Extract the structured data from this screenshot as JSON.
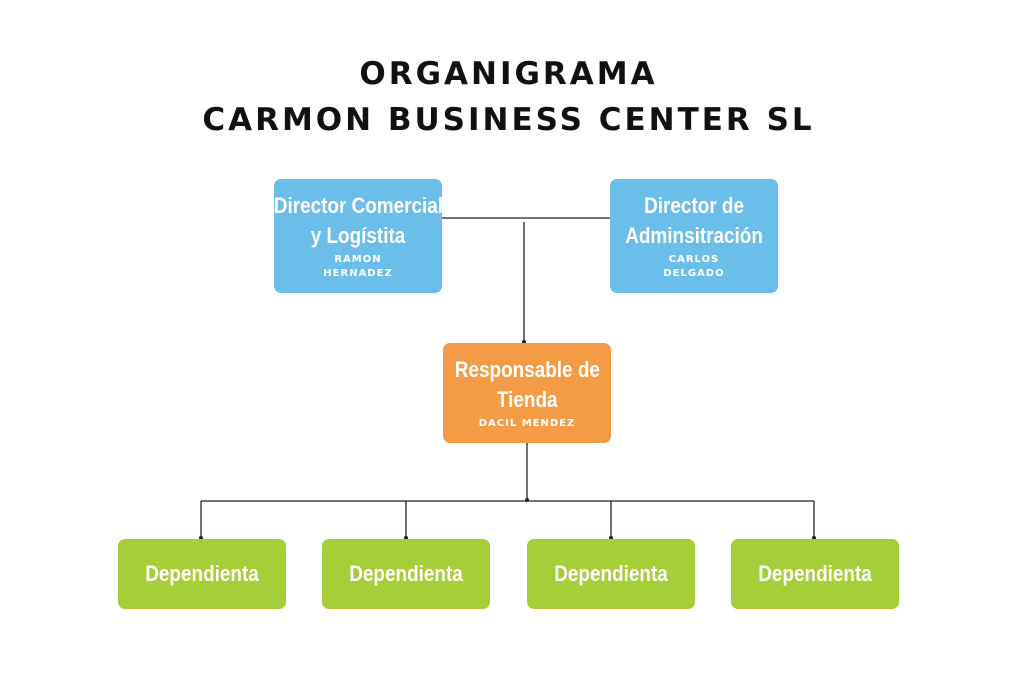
{
  "title": {
    "line1": "ORGANIGRAMA",
    "line2": "CARMON BUSINESS CENTER SL"
  },
  "colors": {
    "director": "#6cbeea",
    "responsable": "#f39c45",
    "dependienta": "#a6ce39",
    "connector": "#222222"
  },
  "nodes": {
    "director_comercial": {
      "role_line1": "Director Comercial",
      "role_line2": "y Logístita",
      "person_line1": "RAMON",
      "person_line2": "HERNADEZ"
    },
    "director_admin": {
      "role_line1": "Director de",
      "role_line2": "Adminsitración",
      "person_line1": "CARLOS",
      "person_line2": "DELGADO"
    },
    "responsable_tienda": {
      "role_line1": "Responsable de",
      "role_line2": "Tienda",
      "person": "DACIL MENDEZ"
    },
    "dependientas": [
      {
        "role": "Dependienta"
      },
      {
        "role": "Dependienta"
      },
      {
        "role": "Dependienta"
      },
      {
        "role": "Dependienta"
      }
    ]
  }
}
